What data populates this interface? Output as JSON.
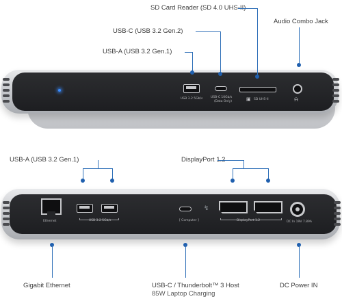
{
  "front": {
    "callouts": {
      "sd_reader": "SD Card Reader (SD 4.0 UHS-II)",
      "audio": "Audio Combo Jack",
      "usb_c": "USB-C (USB 3.2 Gen.2)",
      "usb_a": "USB-A (USB 3.2 Gen.1)"
    },
    "port_marks": {
      "usb_a": "USB 3.2  5Gb/s",
      "usb_c_line1": "USB-C 10Gb/s",
      "usb_c_line2": "(Data Only)",
      "sd": "SD UHS-II"
    }
  },
  "back": {
    "callouts": {
      "usb_a": "USB-A (USB 3.2 Gen.1)",
      "displayport": "DisplayPort 1.2",
      "ethernet": "Gigabit Ethernet",
      "usb_c_host": "USB-C / Thunderbolt™ 3 Host",
      "usb_c_host_sub": "85W Laptop Charging",
      "dc_power": "DC Power IN"
    },
    "port_marks": {
      "ethernet": "Ethernet",
      "usb_a": "USB 3.2  5Gb/s",
      "computer": "[ Computer ]",
      "displayport": "DisplayPort 1.2",
      "dc": "DC In  19V 7.89A"
    }
  },
  "colors": {
    "accent": "#2e6fb8",
    "led": "#3a8cff",
    "panel": "#242528"
  },
  "icons": [
    "headphone-icon",
    "sd-card-icon",
    "thunderbolt-icon"
  ]
}
